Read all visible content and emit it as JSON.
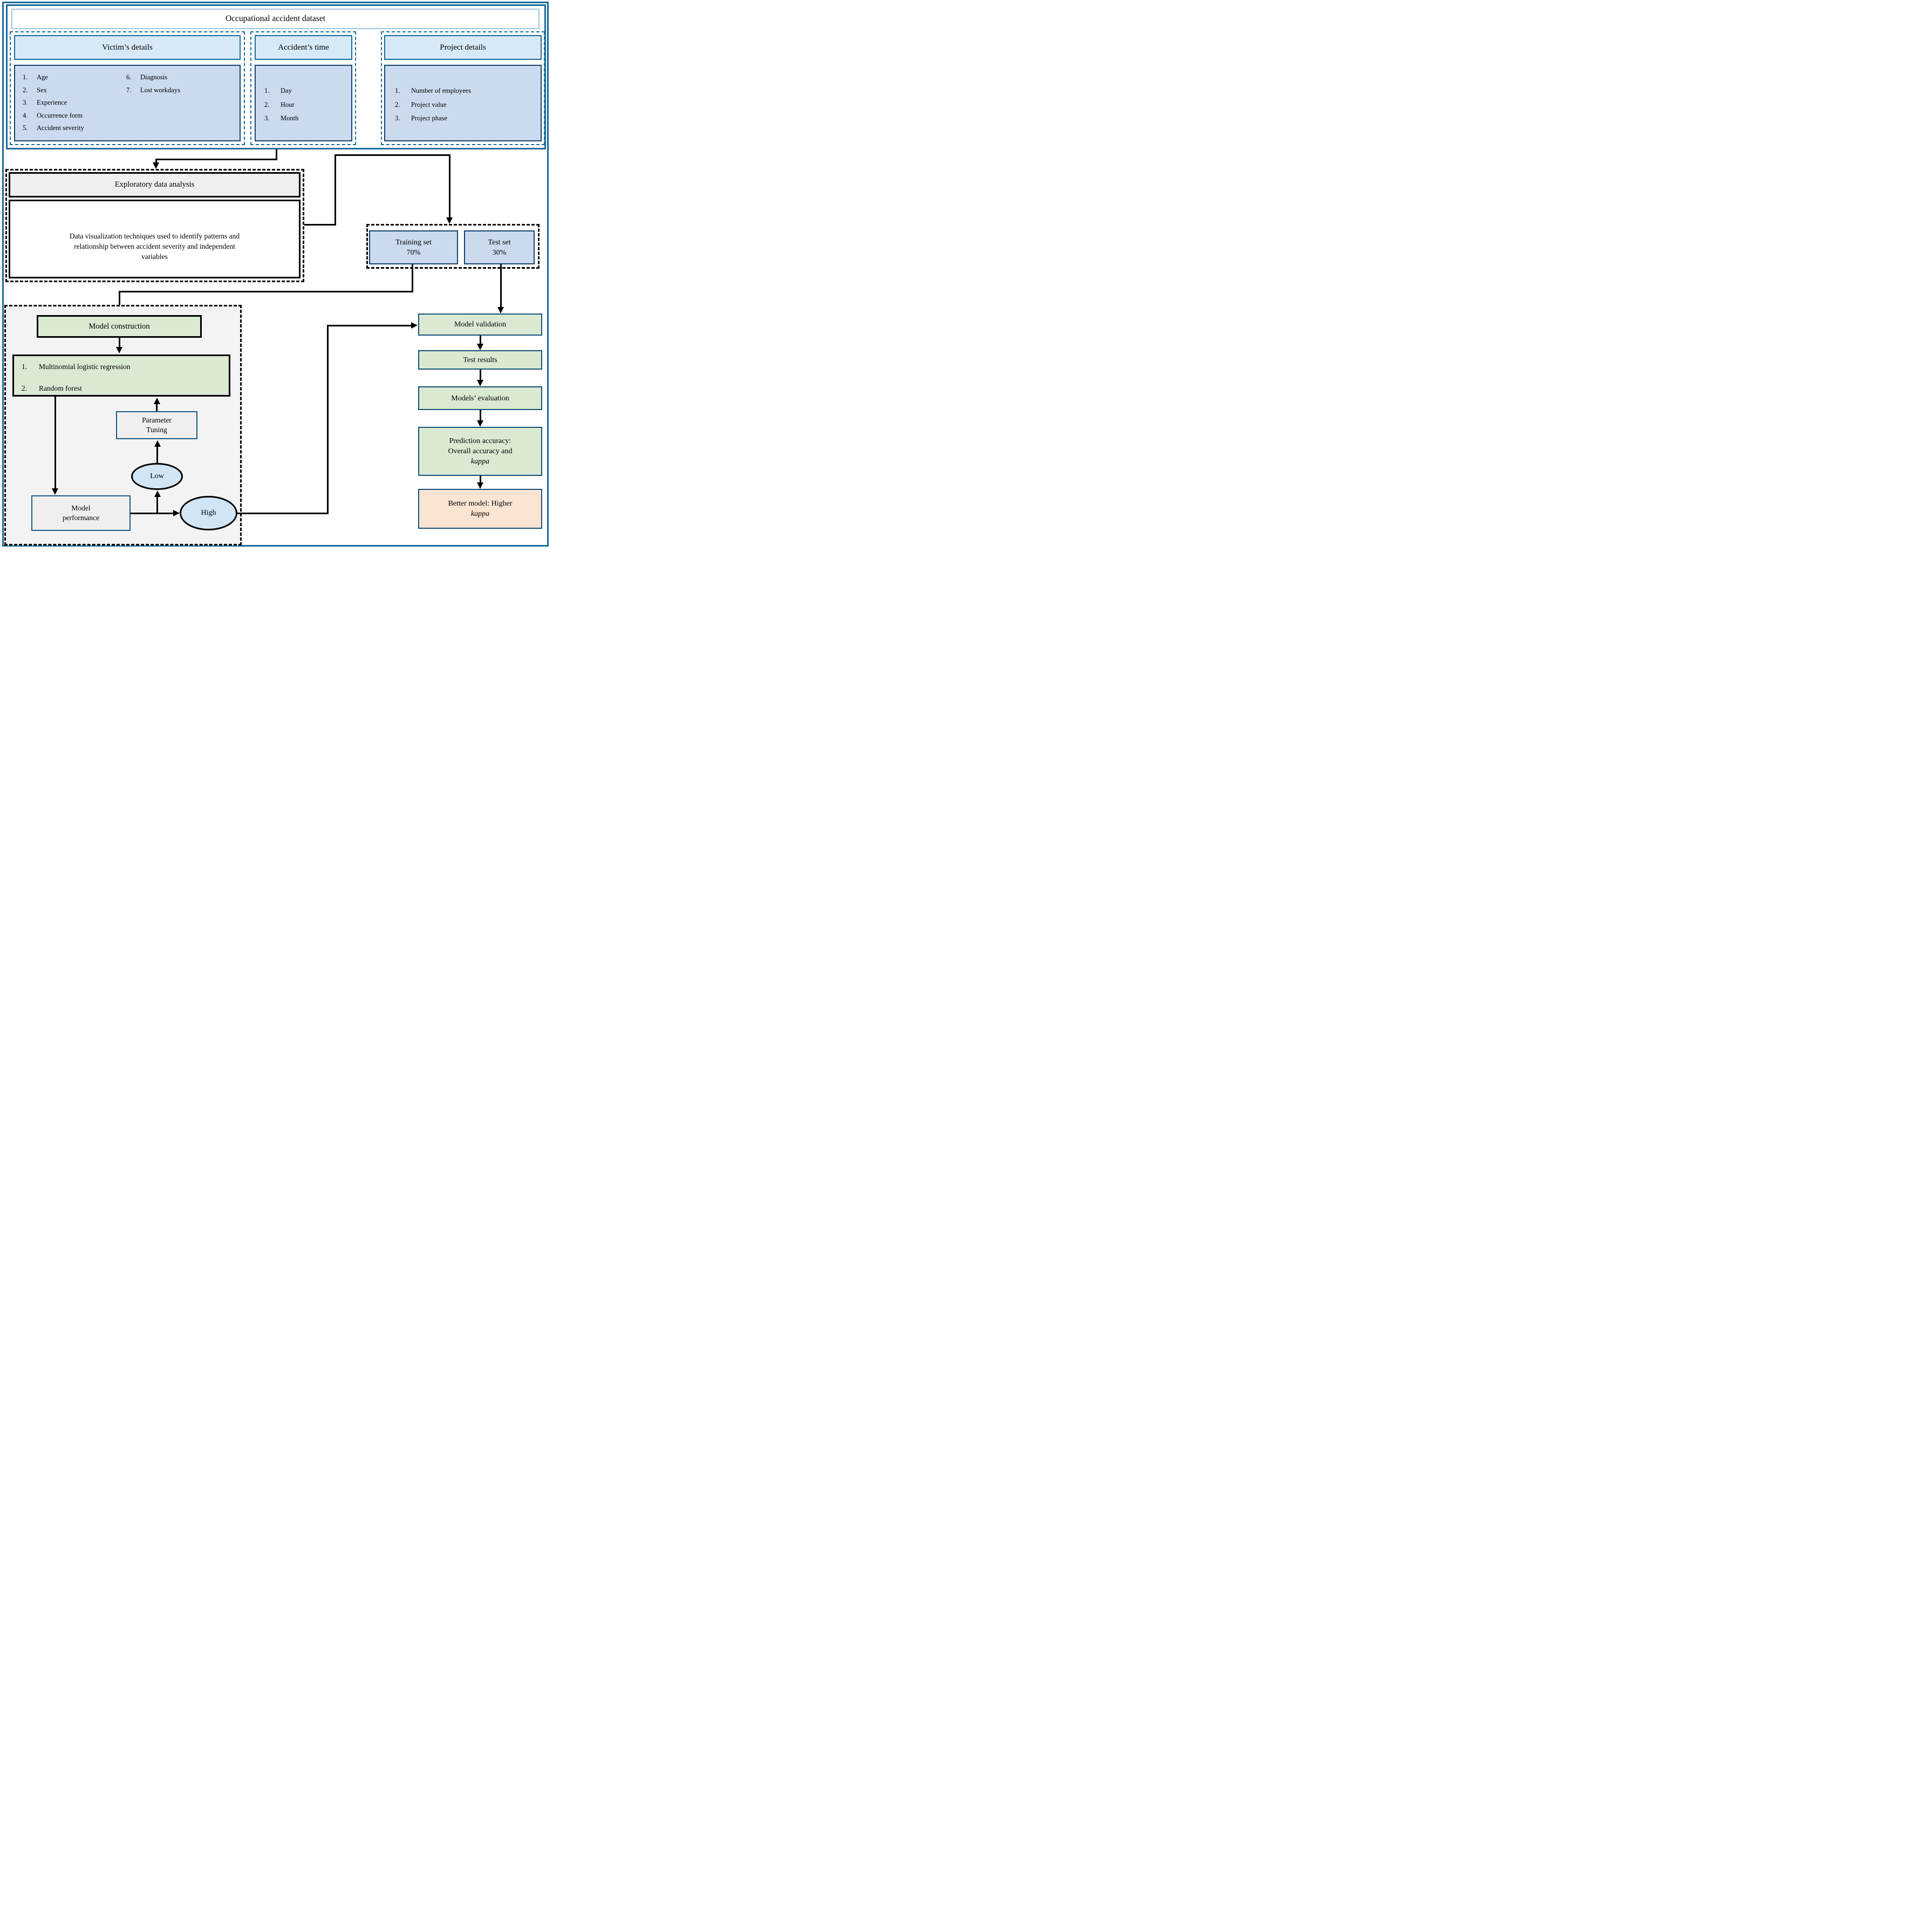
{
  "title": "Occupational accident dataset",
  "dataset": {
    "victim": {
      "header": "Victim’s details",
      "col1": [
        {
          "n": "1.",
          "t": "Age"
        },
        {
          "n": "2.",
          "t": "Sex"
        },
        {
          "n": "3.",
          "t": "Experience"
        },
        {
          "n": "4.",
          "t": "Occurrence form"
        },
        {
          "n": "5.",
          "t": "Accident severity"
        }
      ],
      "col2": [
        {
          "n": "6.",
          "t": "Diagnosis"
        },
        {
          "n": "7.",
          "t": "Lost workdays"
        }
      ]
    },
    "accident_time": {
      "header": "Accident’s time",
      "items": [
        {
          "n": "1.",
          "t": "Day"
        },
        {
          "n": "2.",
          "t": "Hour"
        },
        {
          "n": "3.",
          "t": "Month"
        }
      ]
    },
    "project": {
      "header": "Project details",
      "items": [
        {
          "n": "1.",
          "t": "Number of employees"
        },
        {
          "n": "2.",
          "t": "Project value"
        },
        {
          "n": "3.",
          "t": "Project phase"
        }
      ]
    }
  },
  "eda": {
    "header": "Exploratory data analysis",
    "body_lines": [
      "Data visualization techniques used to identify patterns and",
      "relationship between accident severity and independent",
      "variables"
    ]
  },
  "split": {
    "training": [
      "Training set",
      "70%"
    ],
    "test": [
      "Test set",
      "30%"
    ]
  },
  "construction": {
    "title": "Model construction",
    "models": [
      {
        "n": "1.",
        "t": "Multinomial logistic regression"
      },
      {
        "n": "2.",
        "t": "Random forest"
      }
    ],
    "parameter_tuning": [
      "Parameter",
      "Tuning"
    ],
    "low": "Low",
    "high": "High",
    "model_performance": [
      "Model",
      "performance"
    ]
  },
  "validation": {
    "model_validation": "Model validation",
    "test_results": "Test results",
    "models_evaluation": "Models’ evaluation",
    "prediction_lines": [
      "Prediction accuracy:",
      "Overall accuracy and"
    ],
    "prediction_kappa": "kappa",
    "better_line": "Better model: Higher",
    "better_kappa": "kappa"
  },
  "colors": {
    "structural_blue": "#1c6a9a",
    "dashed_blue": "#1b6d9e",
    "navy_box_border": "#14436b",
    "header_fill": "#d7e9f7",
    "list_fill": "#cbdaef",
    "green_fill": "#d9e9d2",
    "peach_fill": "#fce4d3",
    "gray_fill": "#efefef",
    "ellipse_fill": "#d2e5f5",
    "title_border": "#9fc5e3"
  }
}
